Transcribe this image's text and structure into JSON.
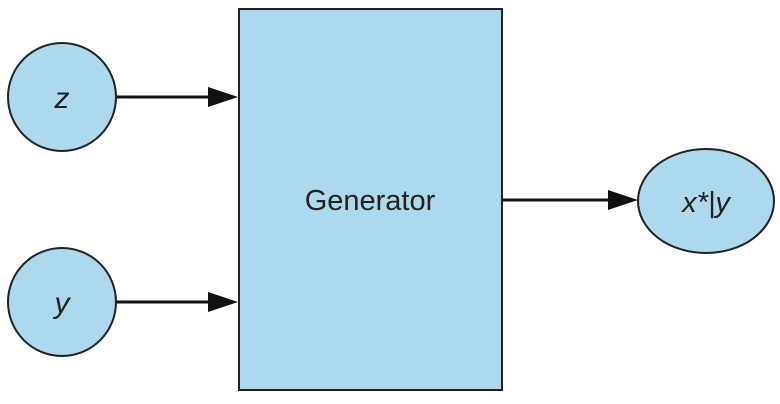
{
  "diagram": {
    "colors": {
      "node_fill": "#acd9ec",
      "stroke": "#222222",
      "arrow": "#111111"
    },
    "nodes": {
      "z": {
        "label": "z"
      },
      "y": {
        "label": "y"
      },
      "generator": {
        "label": "Generator"
      },
      "output": {
        "label": "x*|y"
      }
    },
    "edges": [
      {
        "from": "z",
        "to": "generator"
      },
      {
        "from": "y",
        "to": "generator"
      },
      {
        "from": "generator",
        "to": "output"
      }
    ]
  }
}
